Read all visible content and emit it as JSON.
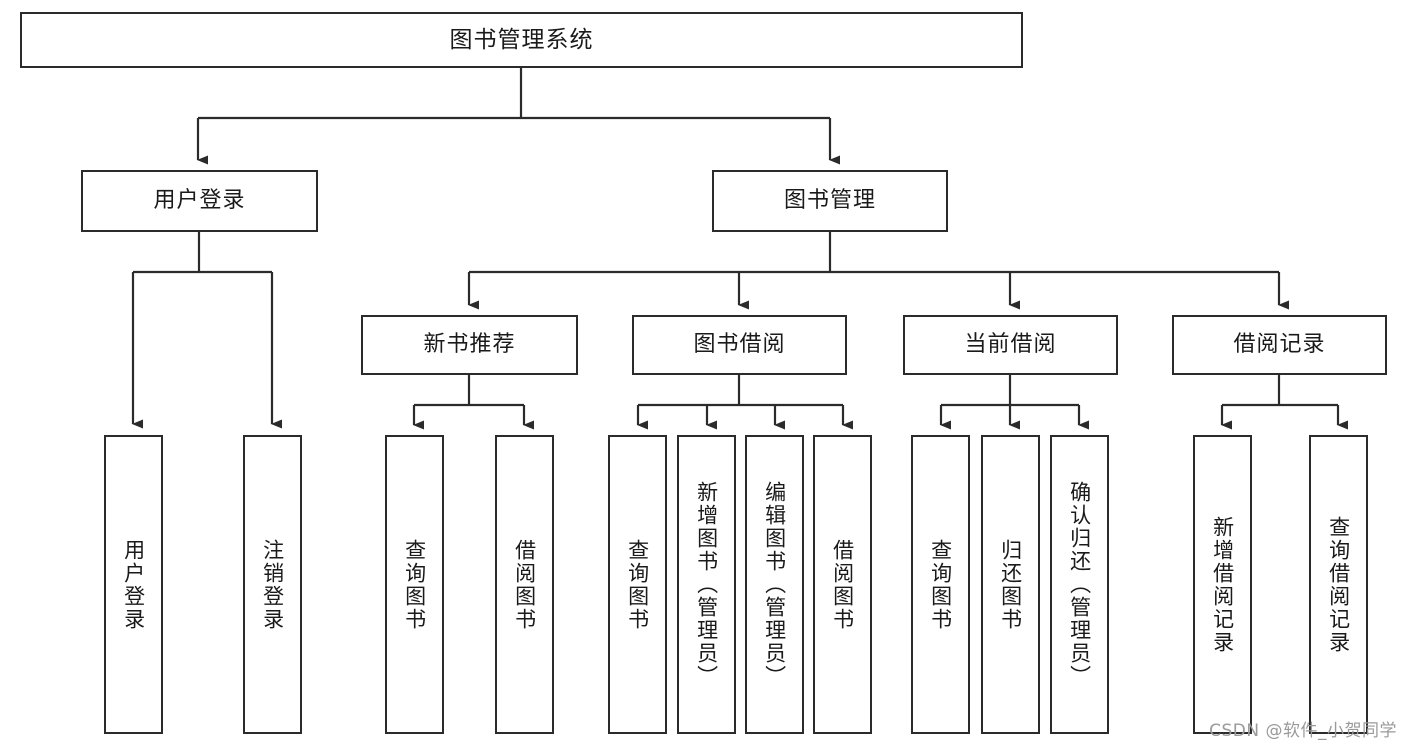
{
  "diagram": {
    "title": "图书管理系统",
    "type": "tree-hierarchy-chart",
    "root": {
      "id": "root",
      "label": "图书管理系统"
    },
    "level2": [
      {
        "id": "user-login",
        "label": "用户登录"
      },
      {
        "id": "book-manage",
        "label": "图书管理"
      }
    ],
    "level3": [
      {
        "id": "new-book-recommend",
        "label": "新书推荐"
      },
      {
        "id": "book-borrow",
        "label": "图书借阅"
      },
      {
        "id": "current-borrow",
        "label": "当前借阅"
      },
      {
        "id": "borrow-record",
        "label": "借阅记录"
      }
    ],
    "leaves": {
      "user_login": [
        {
          "id": "leaf-user-login",
          "label": "用户登录"
        },
        {
          "id": "leaf-logout-login",
          "label": "注销登录"
        }
      ],
      "new_book_recommend": [
        {
          "id": "leaf-query-book-1",
          "label": "查询图书"
        },
        {
          "id": "leaf-borrow-book-1",
          "label": "借阅图书"
        }
      ],
      "book_borrow": [
        {
          "id": "leaf-query-book-2",
          "label": "查询图书"
        },
        {
          "id": "leaf-add-book",
          "label": "新增图书（管理员）"
        },
        {
          "id": "leaf-edit-book",
          "label": "编辑图书（管理员）"
        },
        {
          "id": "leaf-borrow-book-2",
          "label": "借阅图书"
        }
      ],
      "current_borrow": [
        {
          "id": "leaf-query-book-3",
          "label": "查询图书"
        },
        {
          "id": "leaf-return-book",
          "label": "归还图书"
        },
        {
          "id": "leaf-confirm-return",
          "label": "确认归还（管理员）"
        }
      ],
      "borrow_record": [
        {
          "id": "leaf-add-record",
          "label": "新增借阅记录"
        },
        {
          "id": "leaf-query-record",
          "label": "查询借阅记录"
        }
      ]
    },
    "colors": {
      "stroke": "#2b2b2b",
      "fill": "#ffffff",
      "text": "#1a1a1a",
      "watermark": "#9a9a9a"
    }
  },
  "watermark": {
    "text": "CSDN @软件_小贺同学"
  }
}
